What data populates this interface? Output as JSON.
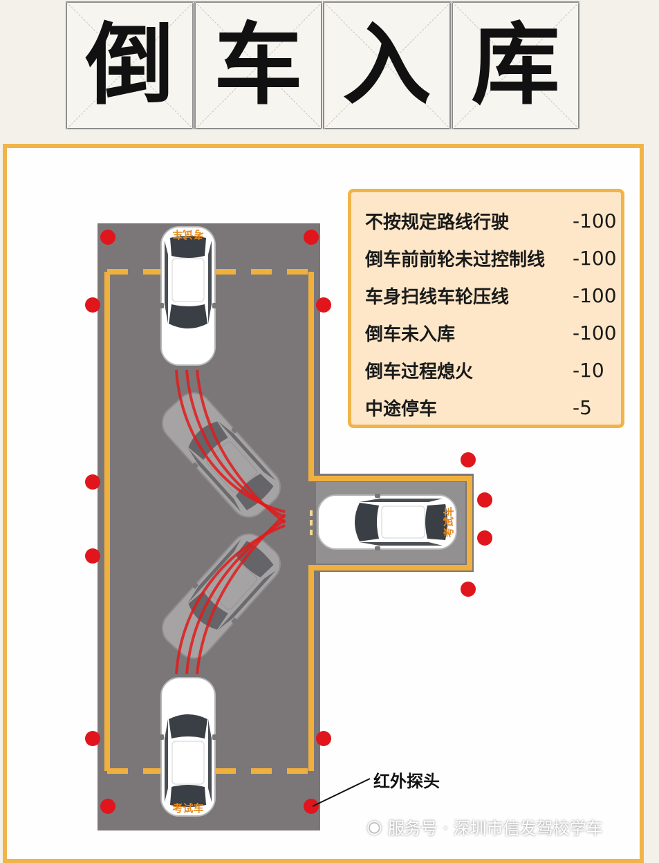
{
  "title": {
    "chars": [
      "倒",
      "车",
      "入",
      "库"
    ]
  },
  "penalties": [
    {
      "rule": "不按规定路线行驶",
      "points": "-100"
    },
    {
      "rule": "倒车前前轮未过控制线",
      "points": "-100"
    },
    {
      "rule": "车身扫线车轮压线",
      "points": "-100"
    },
    {
      "rule": "倒车未入库",
      "points": "-100"
    },
    {
      "rule": "倒车过程熄火",
      "points": "-10"
    },
    {
      "rule": "中途停车",
      "points": "-5"
    }
  ],
  "cars": {
    "plate_text": "考试车"
  },
  "probe_label": "红外探头",
  "watermark": {
    "icon": "wechat-icon",
    "text": "服务号 · 深圳市信发驾校学车"
  },
  "colors": {
    "frame": "#f0b449",
    "lot": "#7b7779",
    "lane_line": "#f0b03e",
    "probe": "#e0161c",
    "trajectory": "#e01b1b"
  }
}
